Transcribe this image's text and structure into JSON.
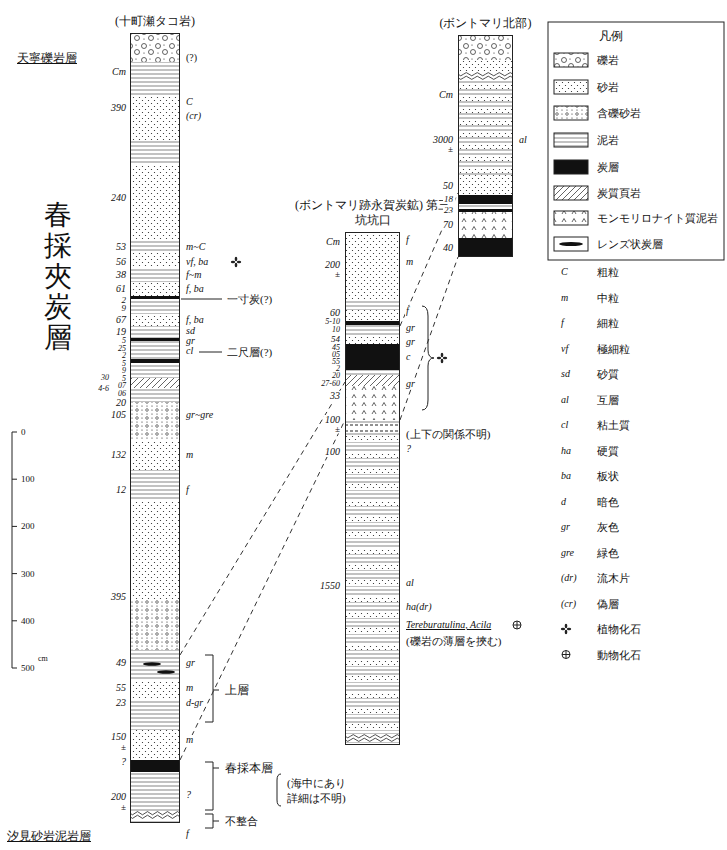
{
  "diagram": {
    "nodes": [
      {
        "text": [
          "(十町瀬タコ岩)"
        ]
      },
      {
        "text": [
          "(ボントマリ跡永賀炭鉱) 第三坑坑口"
        ]
      },
      {
        "text": [
          "(ボントマリ北部)"
        ]
      }
    ],
    "edges": [
      {
        "from": 0,
        "to": 1,
        "arrow": "none"
      },
      {
        "from": 0,
        "to": 1,
        "arrow": "none"
      },
      {
        "from": 1,
        "to": 2,
        "arrow": "none"
      },
      {
        "from": 1,
        "to": 2,
        "arrow": "none"
      }
    ],
    "labels": [
      "天寧礫岩層",
      "(?)",
      "Cm",
      "390",
      "C",
      "(cr)",
      "240",
      "53",
      "m~C",
      "56",
      "vf, ba",
      "38",
      "f~m",
      "61",
      "f, ba",
      "2",
      "9",
      "67",
      "f, ba",
      "19",
      "sd",
      "gr",
      "cl",
      "5",
      "25",
      "2",
      "5",
      "9",
      "5",
      "07",
      "06",
      "30",
      "4-6",
      "20",
      "105",
      "gr~gre",
      "132",
      "m",
      "12",
      "f",
      "395",
      "49",
      "gr",
      "55",
      "m",
      "23",
      "d-gr",
      "150",
      "±",
      "m",
      "?",
      "200",
      "±",
      "?",
      "f",
      "汐見砂岩泥岩層",
      "一寸炭(?)",
      "二尺層(?)",
      "上層",
      "春採本層",
      "(海中にあり",
      "詳細は不明)",
      "不整合",
      "春採夾炭層",
      "0",
      "100",
      "200",
      "300",
      "400",
      "500",
      "cm",
      "Cm",
      "f",
      "200",
      "±",
      "m",
      "60",
      "f",
      "5-10",
      "10",
      "gr",
      "54",
      "gr",
      "45",
      "05",
      "55",
      "2",
      "c",
      "20",
      "27-60",
      "gr",
      "33",
      "100",
      "±",
      "(上下の関係不明)",
      "100",
      "?",
      "1550",
      "al",
      "ha(dr)",
      "Tereburatulina, Acila",
      "(礫岩の薄層を挾む)",
      "Cm",
      "3000",
      "±",
      "al",
      "50",
      "18",
      "23",
      "70",
      "40",
      "凡例",
      "C",
      "m",
      "f",
      "vf",
      "sd",
      "al",
      "cl",
      "ha",
      "ba",
      "d",
      "gr",
      "gre",
      "(dr)",
      "(cr)"
    ],
    "legend": [
      {
        "text": "礫岩"
      },
      {
        "text": "砂岩"
      },
      {
        "text": "含礫砂岩"
      },
      {
        "text": "泥岩"
      },
      {
        "text": "炭層",
        "color": "#111111"
      },
      {
        "text": "炭質頁岩"
      },
      {
        "text": "モンモリロナイト質泥岩"
      },
      {
        "text": "レンズ状炭層"
      },
      {
        "text": "粗粒"
      },
      {
        "text": "中粒"
      },
      {
        "text": "細粒"
      },
      {
        "text": "極細粒"
      },
      {
        "text": "砂質"
      },
      {
        "text": "互層"
      },
      {
        "text": "粘土質"
      },
      {
        "text": "硬質"
      },
      {
        "text": "板状"
      },
      {
        "text": "暗色"
      },
      {
        "text": "灰色"
      },
      {
        "text": "緑色"
      },
      {
        "text": "流木片"
      },
      {
        "text": "偽層"
      },
      {
        "text": "植物化石"
      },
      {
        "text": "動物化石"
      }
    ]
  }
}
